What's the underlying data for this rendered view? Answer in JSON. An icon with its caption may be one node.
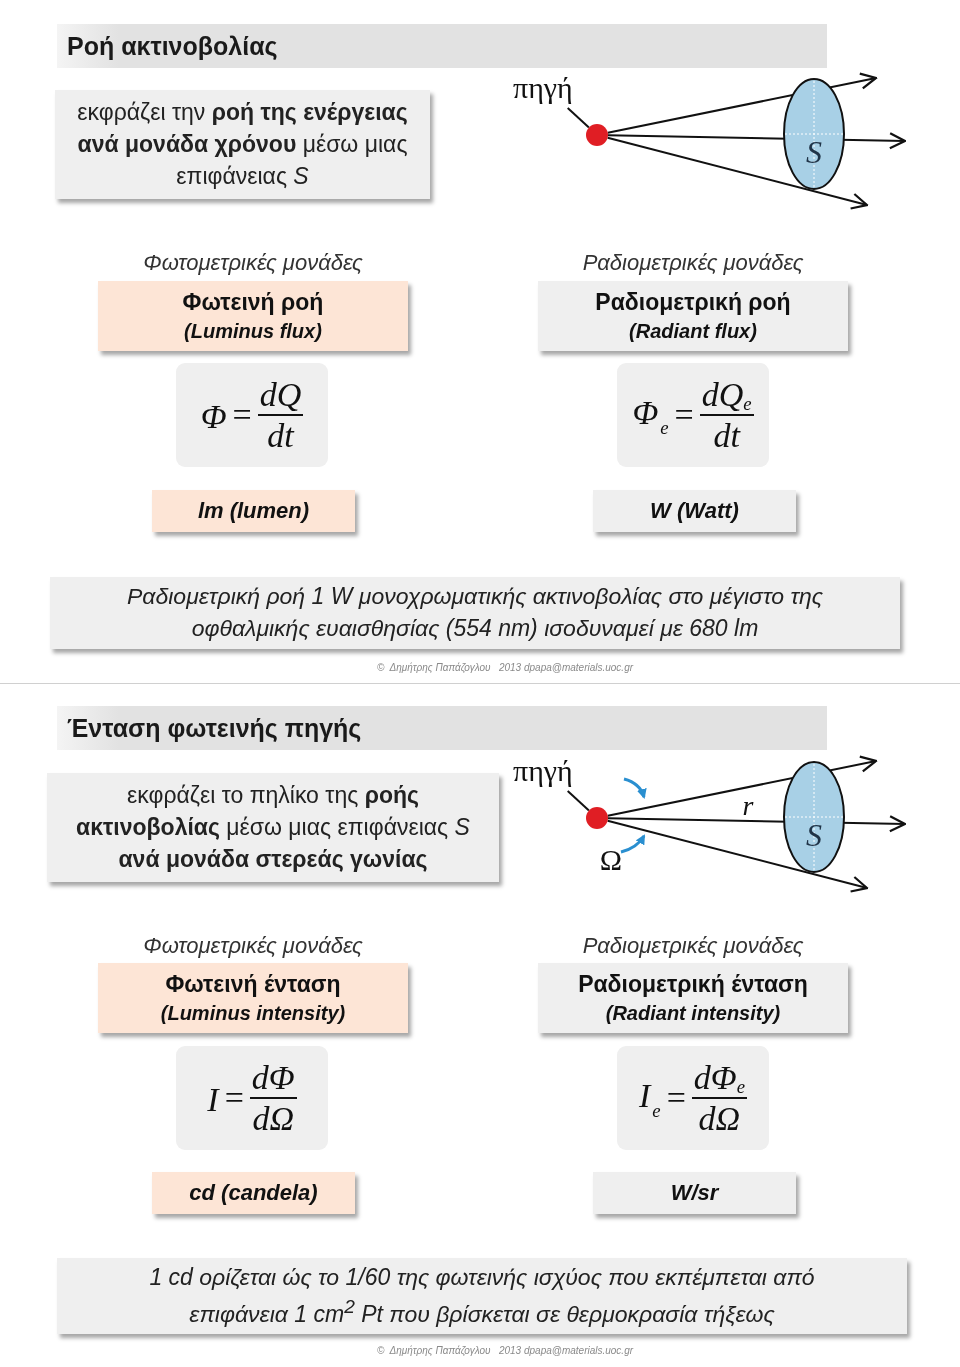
{
  "diagram": {
    "nodes": [
      {
        "text": [
          "Ροή ακτινοβολίας"
        ]
      },
      {
        "text": [
          "εκφράζει την **ροή της ενέργειας ανά μονάδα χρόνου** μέσω μιας επιφάνειας *S*"
        ]
      },
      {
        "text": [],
        "shape": "circle"
      },
      {
        "text": [
          "πηγή"
        ]
      },
      {
        "text": [
          "S"
        ]
      },
      {
        "text": [
          "Φωτεινή ροή",
          "(Luminus flux)"
        ]
      },
      {
        "text": [
          "Ραδιομετρική ροή",
          "(Radiant flux)"
        ]
      },
      {
        "text": [
          "Φ",
          "=",
          "dQ",
          "dt"
        ]
      },
      {
        "text": [
          "Φ$_{e}$",
          "=",
          "dQ$_{e}$",
          "dt"
        ]
      },
      {
        "text": [
          "lm (lumen)"
        ]
      },
      {
        "text": [
          "W (Watt)"
        ]
      },
      {
        "text": [
          "Ραδιομετρική ροή 1 W μονοχρωματικής ακτινοβολίας στο μέγιστο της οφθαλμικής ευαισθησίας (554 nm) ισοδυναμεί με 680 lm"
        ]
      },
      {
        "text": [
          "Ένταση φωτεινής πηγής"
        ]
      },
      {
        "text": [
          "εκφράζει το πηλίκο της **ροής ακτινοβολίας** μέσω μιας επιφάνειας *S* **ανά μονάδα στερεάς γωνίας**"
        ]
      },
      {
        "text": [
          "πηγή"
        ]
      },
      {
        "text": [],
        "shape": "circle"
      },
      {
        "text": [
          "S"
        ]
      },
      {
        "text": [
          "Φωτεινή ένταση",
          "(Luminus intensity)"
        ]
      },
      {
        "text": [
          "Ραδιομετρική ένταση",
          "(Radiant intensity)"
        ]
      },
      {
        "text": [
          "I",
          "=",
          "dΦ",
          "dΩ"
        ]
      },
      {
        "text": [
          "I$_{e}$",
          "=",
          "dΦ$_{e}$",
          "dΩ"
        ]
      },
      {
        "text": [
          "cd (candela)"
        ]
      },
      {
        "text": [
          "W/sr"
        ]
      },
      {
        "text": [
          "1 cd ορίζεται ώς το 1/60 της φωτεινής ισχύος που εκπέμπεται από επιφάνεια 1 cm$^{2}$ Pt που βρίσκεται σε θερμοκρασία τήξεως"
        ]
      }
    ],
    "edges": [
      {
        "from": 3,
        "to": 2,
        "arrow": "none"
      },
      {
        "from": 2,
        "to": null,
        "arrow": "to"
      },
      {
        "from": 2,
        "to": null,
        "arrow": "to"
      },
      {
        "from": 2,
        "to": null,
        "arrow": "to"
      },
      {
        "from": 14,
        "to": 15,
        "arrow": "none"
      },
      {
        "from": 15,
        "to": null,
        "arrow": "to"
      },
      {
        "from": 15,
        "to": null,
        "arrow": "to"
      },
      {
        "from": 15,
        "to": null,
        "arrow": "to"
      }
    ],
    "labels": [
      "Φωτομετρικές μονάδες",
      "Ραδιομετρικές μονάδες",
      "©  Δημήτρης Παπάζογλου   2013 dpapa@materials.uoc.gr",
      "r",
      "Ω",
      "Φωτομετρικές μονάδες",
      "Ραδιομετρικές μονάδες",
      "©  Δημήτρης Παπάζογλου   2013 dpapa@materials.uoc.gr"
    ]
  }
}
